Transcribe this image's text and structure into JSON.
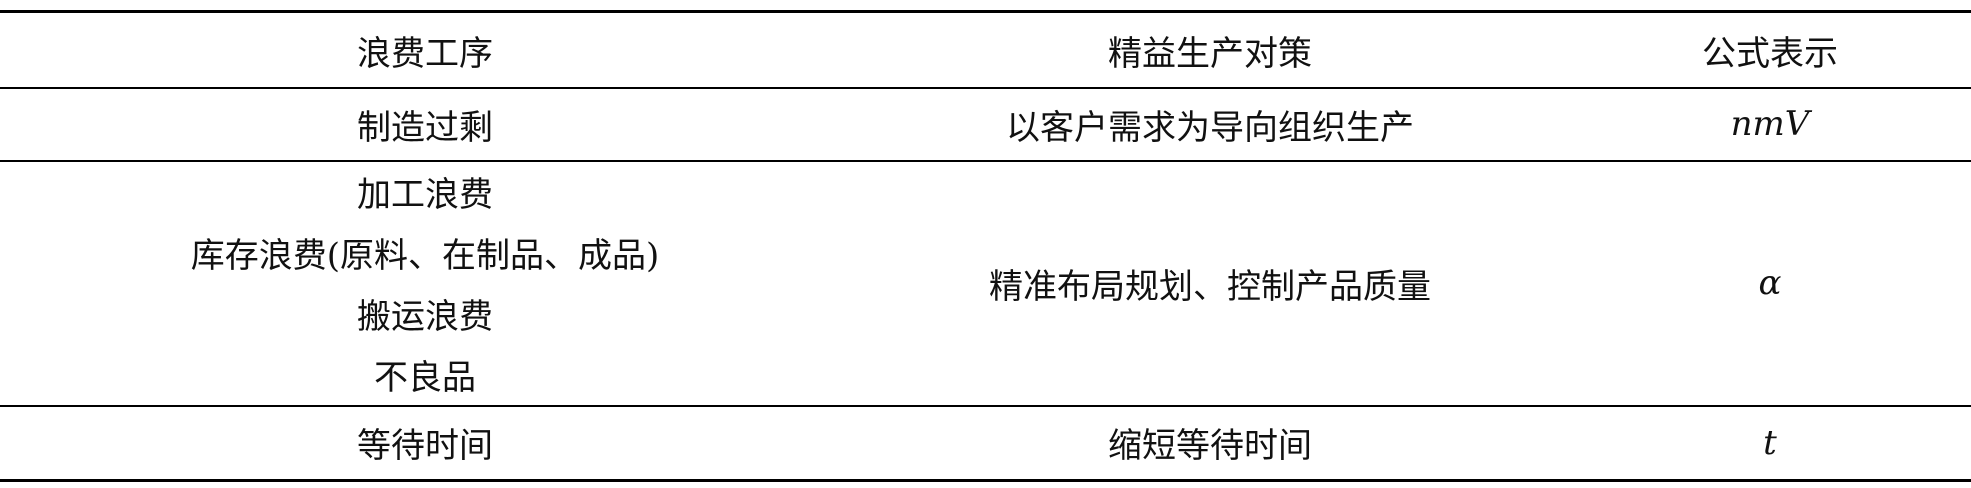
{
  "table": {
    "headers": [
      "浪费工序",
      "精益生产对策",
      "公式表示"
    ],
    "rows": [
      {
        "process": [
          "制造过剩"
        ],
        "strategy": "以客户需求为导向组织生产",
        "formula": "nmV"
      },
      {
        "process": [
          "加工浪费",
          "库存浪费(原料、在制品、成品)",
          "搬运浪费",
          "不良品"
        ],
        "strategy": "精准布局规划、控制产品质量",
        "formula": "α"
      },
      {
        "process": [
          "等待时间"
        ],
        "strategy": "缩短等待时间",
        "formula": "t"
      }
    ]
  }
}
